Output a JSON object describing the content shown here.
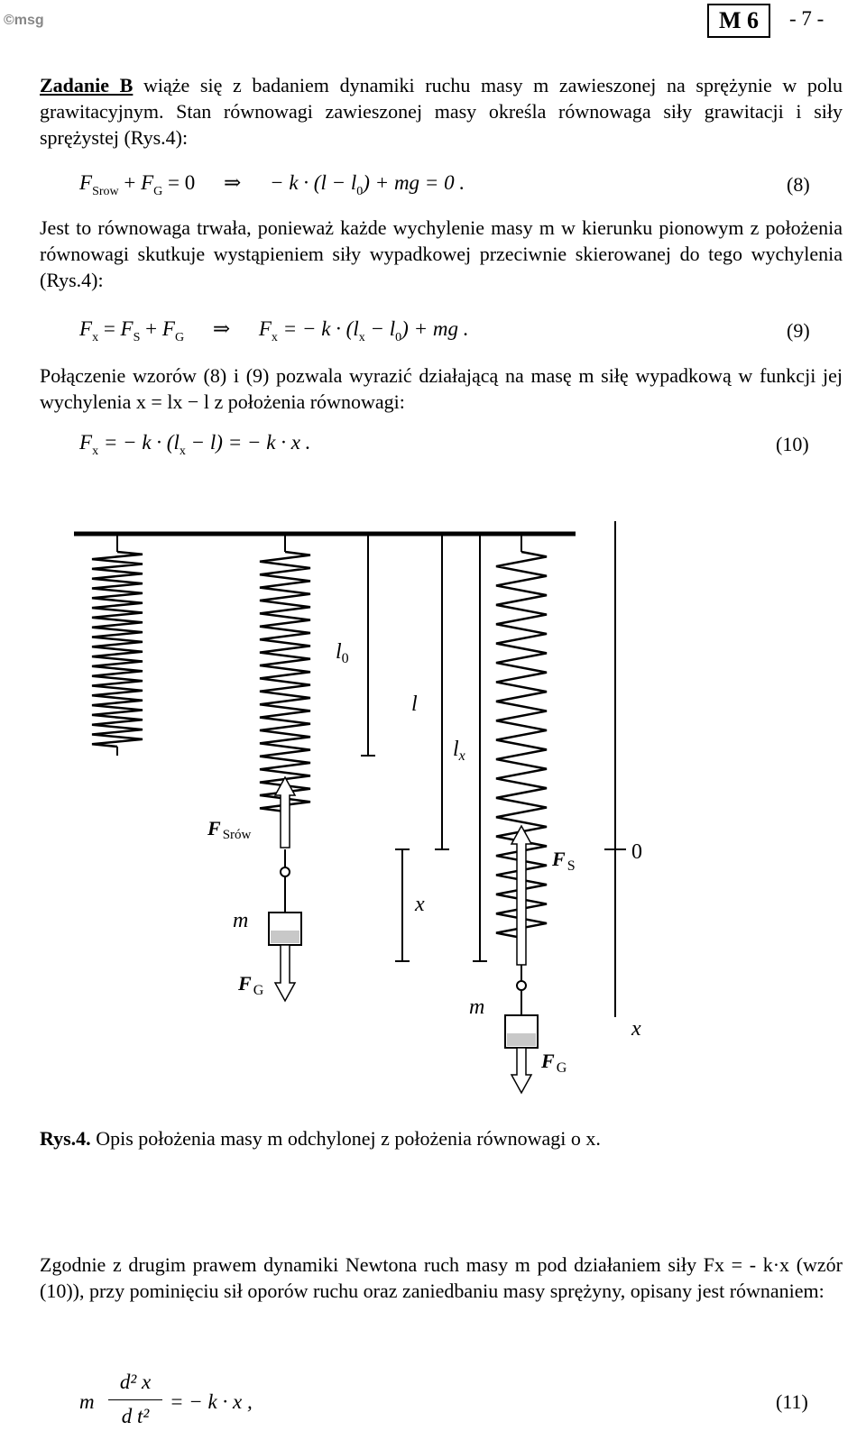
{
  "header": {
    "left": "©msg",
    "box": "M 6",
    "page": "- 7 -"
  },
  "para1": {
    "lead": "Zadanie B",
    "text": " wiąże się z badaniem dynamiki ruchu masy m zawieszonej na sprężynie w polu grawitacyjnym. Stan równowagi zawieszonej masy określa równowaga siły grawitacji i siły sprężystej (Rys.4):"
  },
  "eq8": {
    "lhs_f": "F",
    "lhs_sub": "Srow",
    "plus": "+",
    "f2": "F",
    "f2_sub": "G",
    "eq0": "= 0",
    "arrow": "⇒",
    "rhs": "− k · (l − l",
    "rhs_sub": "0",
    "rhs_end": ") + mg = 0 .",
    "num": "(8)"
  },
  "para2": {
    "text": "Jest to równowaga trwała, ponieważ każde wychylenie masy m w kierunku pionowym z położenia równowagi skutkuje wystąpieniem siły wypadkowej przeciwnie skierowanej do tego wychylenia (Rys.4):"
  },
  "eq9": {
    "f": "F",
    "f_sub": "x",
    "eq": "=",
    "fs": "F",
    "fs_sub": "S",
    "plus": "+",
    "fg": "F",
    "fg_sub": "G",
    "arrow": "⇒",
    "r1": "F",
    "r1_sub": "x",
    "r2": "= − k · (l",
    "r2_sub": "x",
    "r3": "− l",
    "r3_sub": "0",
    "r4": ") + mg .",
    "num": "(9)"
  },
  "para3": {
    "text": "Połączenie wzorów (8) i (9) pozwala wyrazić działającą na masę m siłę wypadkową w funkcji jej wychylenia x = lx − l z położenia równowagi:"
  },
  "eq10": {
    "f": "F",
    "f_sub": "x",
    "r1": "= − k · (l",
    "r1_sub": "x",
    "r2": "− l) = − k · x .",
    "num": "(10)"
  },
  "figure": {
    "l0": "l",
    "l0_sub": "0",
    "l": "l",
    "lx": "l",
    "lx_sub": "x",
    "fsrow": "F",
    "fsrow_sub": "Srów",
    "fs": "F",
    "fs_sub": "S",
    "zero": "0",
    "m1": "m",
    "x_mid": "x",
    "fg1": "F",
    "fg1_sub": "G",
    "m2": "m",
    "x_axis": "x",
    "fg2": "F",
    "fg2_sub": "G"
  },
  "caption": {
    "bold": "Rys.4.",
    "text": " Opis położenia masy m odchylonej z położenia równowagi o x."
  },
  "para4": {
    "text": "Zgodnie z drugim prawem dynamiki Newtona ruch masy m pod działaniem siły Fx = - k·x (wzór (10)), przy pominięciu sił oporów ruchu oraz zaniedbaniu masy sprężyny, opisany jest równaniem:"
  },
  "eq11": {
    "m": "m",
    "num_top": "d² x",
    "den": "d t²",
    "rhs": "= − k · x ,",
    "num": "(11)"
  }
}
